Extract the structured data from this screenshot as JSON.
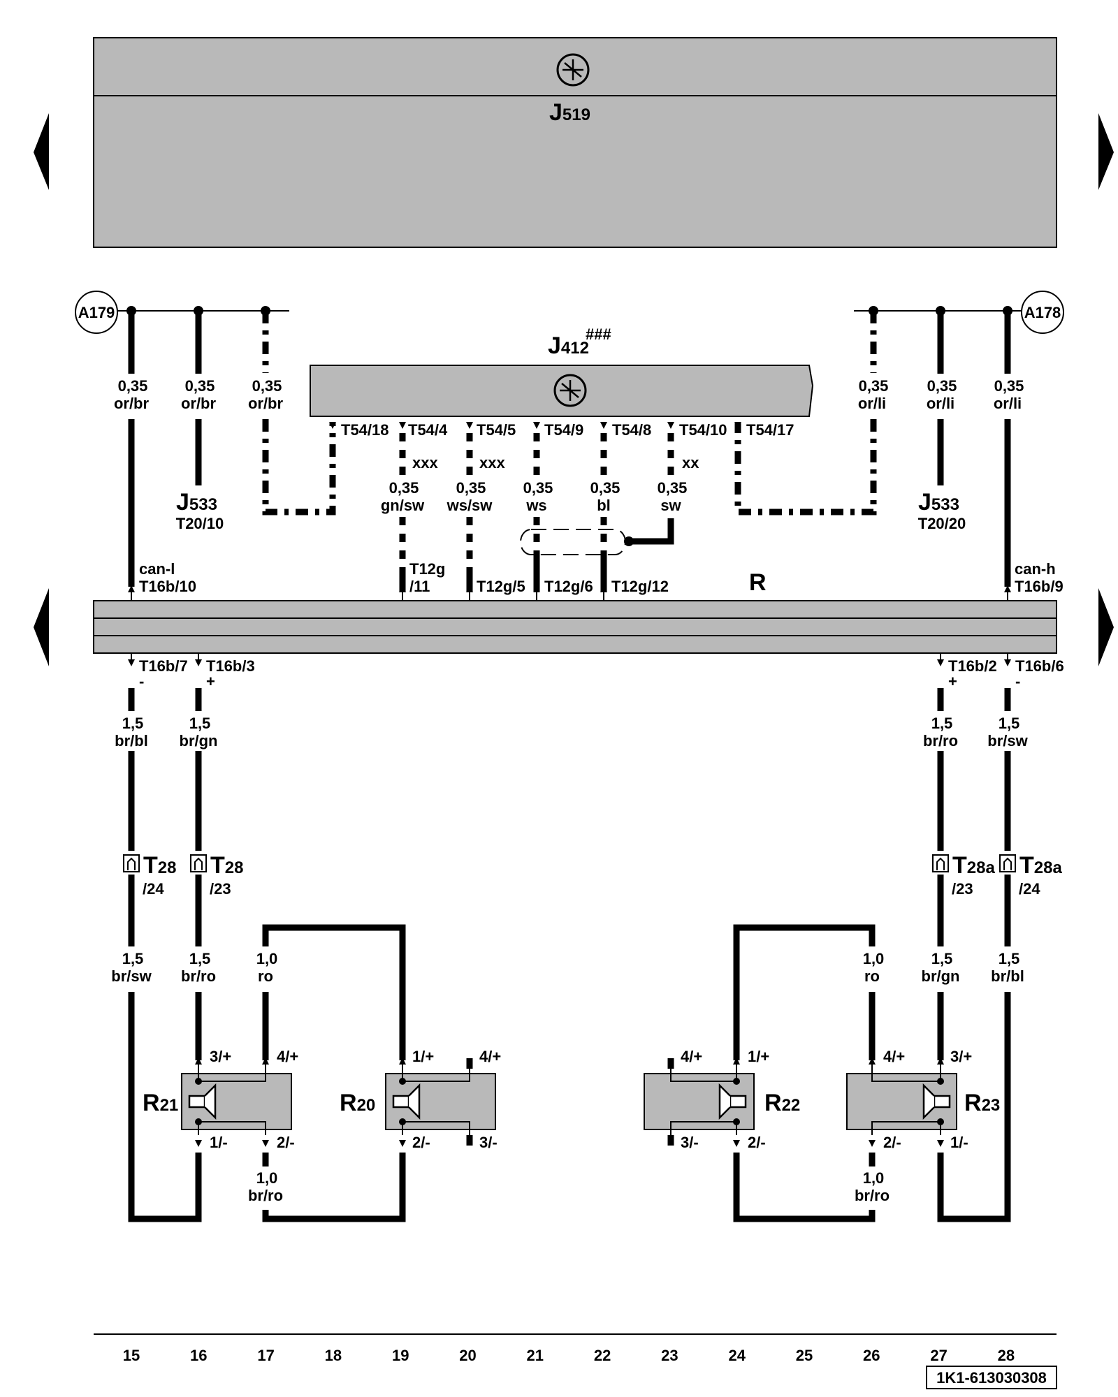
{
  "modules": {
    "j519": {
      "name": "J",
      "sub": "519"
    },
    "j412": {
      "name": "J",
      "sub": "412",
      "sup": "###"
    },
    "bus": {
      "name": "R"
    }
  },
  "grounds": {
    "left": "A179",
    "right": "A178"
  },
  "wires_top": [
    {
      "size": "0,35",
      "color": "or/br"
    },
    {
      "size": "0,35",
      "color": "or/br"
    },
    {
      "size": "0,35",
      "color": "or/br"
    },
    {
      "size": "0,35",
      "color": "or/li"
    },
    {
      "size": "0,35",
      "color": "or/li"
    },
    {
      "size": "0,35",
      "color": "or/li"
    }
  ],
  "j533_left": {
    "name": "J",
    "sub": "533",
    "pin": "T20/10"
  },
  "j533_right": {
    "name": "J",
    "sub": "533",
    "pin": "T20/20"
  },
  "j412_pins": [
    "T54/18",
    "T54/4",
    "T54/5",
    "T54/9",
    "T54/8",
    "T54/10",
    "T54/17"
  ],
  "j412_marks": [
    "xxx",
    "xxx",
    "xx"
  ],
  "j412_wires": [
    {
      "size": "0,35",
      "color": "gn/sw"
    },
    {
      "size": "0,35",
      "color": "ws/sw"
    },
    {
      "size": "0,35",
      "color": "ws"
    },
    {
      "size": "0,35",
      "color": "bl"
    },
    {
      "size": "0,35",
      "color": "sw"
    }
  ],
  "bus_top_pins": {
    "left_a": "can-l",
    "left_b": "T16b/10",
    "t12g_a": "T12g",
    "t12g_b": "/11",
    "p5": "T12g/5",
    "p6": "T12g/6",
    "p12": "T12g/12",
    "right_a": "can-h",
    "right_b": "T16b/9"
  },
  "bus_bottom_pins": [
    {
      "pin": "T16b/7",
      "sign": "-"
    },
    {
      "pin": "T16b/3",
      "sign": "+"
    },
    {
      "pin": "T16b/2",
      "sign": "+"
    },
    {
      "pin": "T16b/6",
      "sign": "-"
    }
  ],
  "wires_mid": [
    {
      "size": "1,5",
      "color": "br/bl"
    },
    {
      "size": "1,5",
      "color": "br/gn"
    },
    {
      "size": "1,5",
      "color": "br/ro"
    },
    {
      "size": "1,5",
      "color": "br/sw"
    }
  ],
  "connectors": [
    {
      "name": "T",
      "sub": "28",
      "pin": "/24"
    },
    {
      "name": "T",
      "sub": "28",
      "pin": "/23"
    },
    {
      "name": "T",
      "sub": "28a",
      "pin": "/23"
    },
    {
      "name": "T",
      "sub": "28a",
      "pin": "/24"
    }
  ],
  "wires_low": [
    {
      "size": "1,5",
      "color": "br/sw"
    },
    {
      "size": "1,5",
      "color": "br/ro"
    },
    {
      "size": "1,0",
      "color": "ro"
    },
    {
      "size": "1,0",
      "color": "ro"
    },
    {
      "size": "1,5",
      "color": "br/gn"
    },
    {
      "size": "1,5",
      "color": "br/bl"
    }
  ],
  "speakers": [
    {
      "name": "R",
      "sub": "21",
      "pins": [
        "3/+",
        "4/+",
        "1/-",
        "2/-"
      ]
    },
    {
      "name": "R",
      "sub": "20",
      "pins": [
        "1/+",
        "4/+",
        "2/-",
        "3/-"
      ]
    },
    {
      "name": "R",
      "sub": "22",
      "pins": [
        "4/+",
        "1/+",
        "3/-",
        "2/-"
      ]
    },
    {
      "name": "R",
      "sub": "23",
      "pins": [
        "4/+",
        "3/+",
        "2/-",
        "1/-"
      ]
    }
  ],
  "wires_bottom": [
    {
      "size": "1,0",
      "color": "br/ro"
    },
    {
      "size": "1,0",
      "color": "br/ro"
    }
  ],
  "footer": {
    "columns": [
      "15",
      "16",
      "17",
      "18",
      "19",
      "20",
      "21",
      "22",
      "23",
      "24",
      "25",
      "26",
      "27",
      "28"
    ],
    "ref": "1K1-613030308"
  }
}
